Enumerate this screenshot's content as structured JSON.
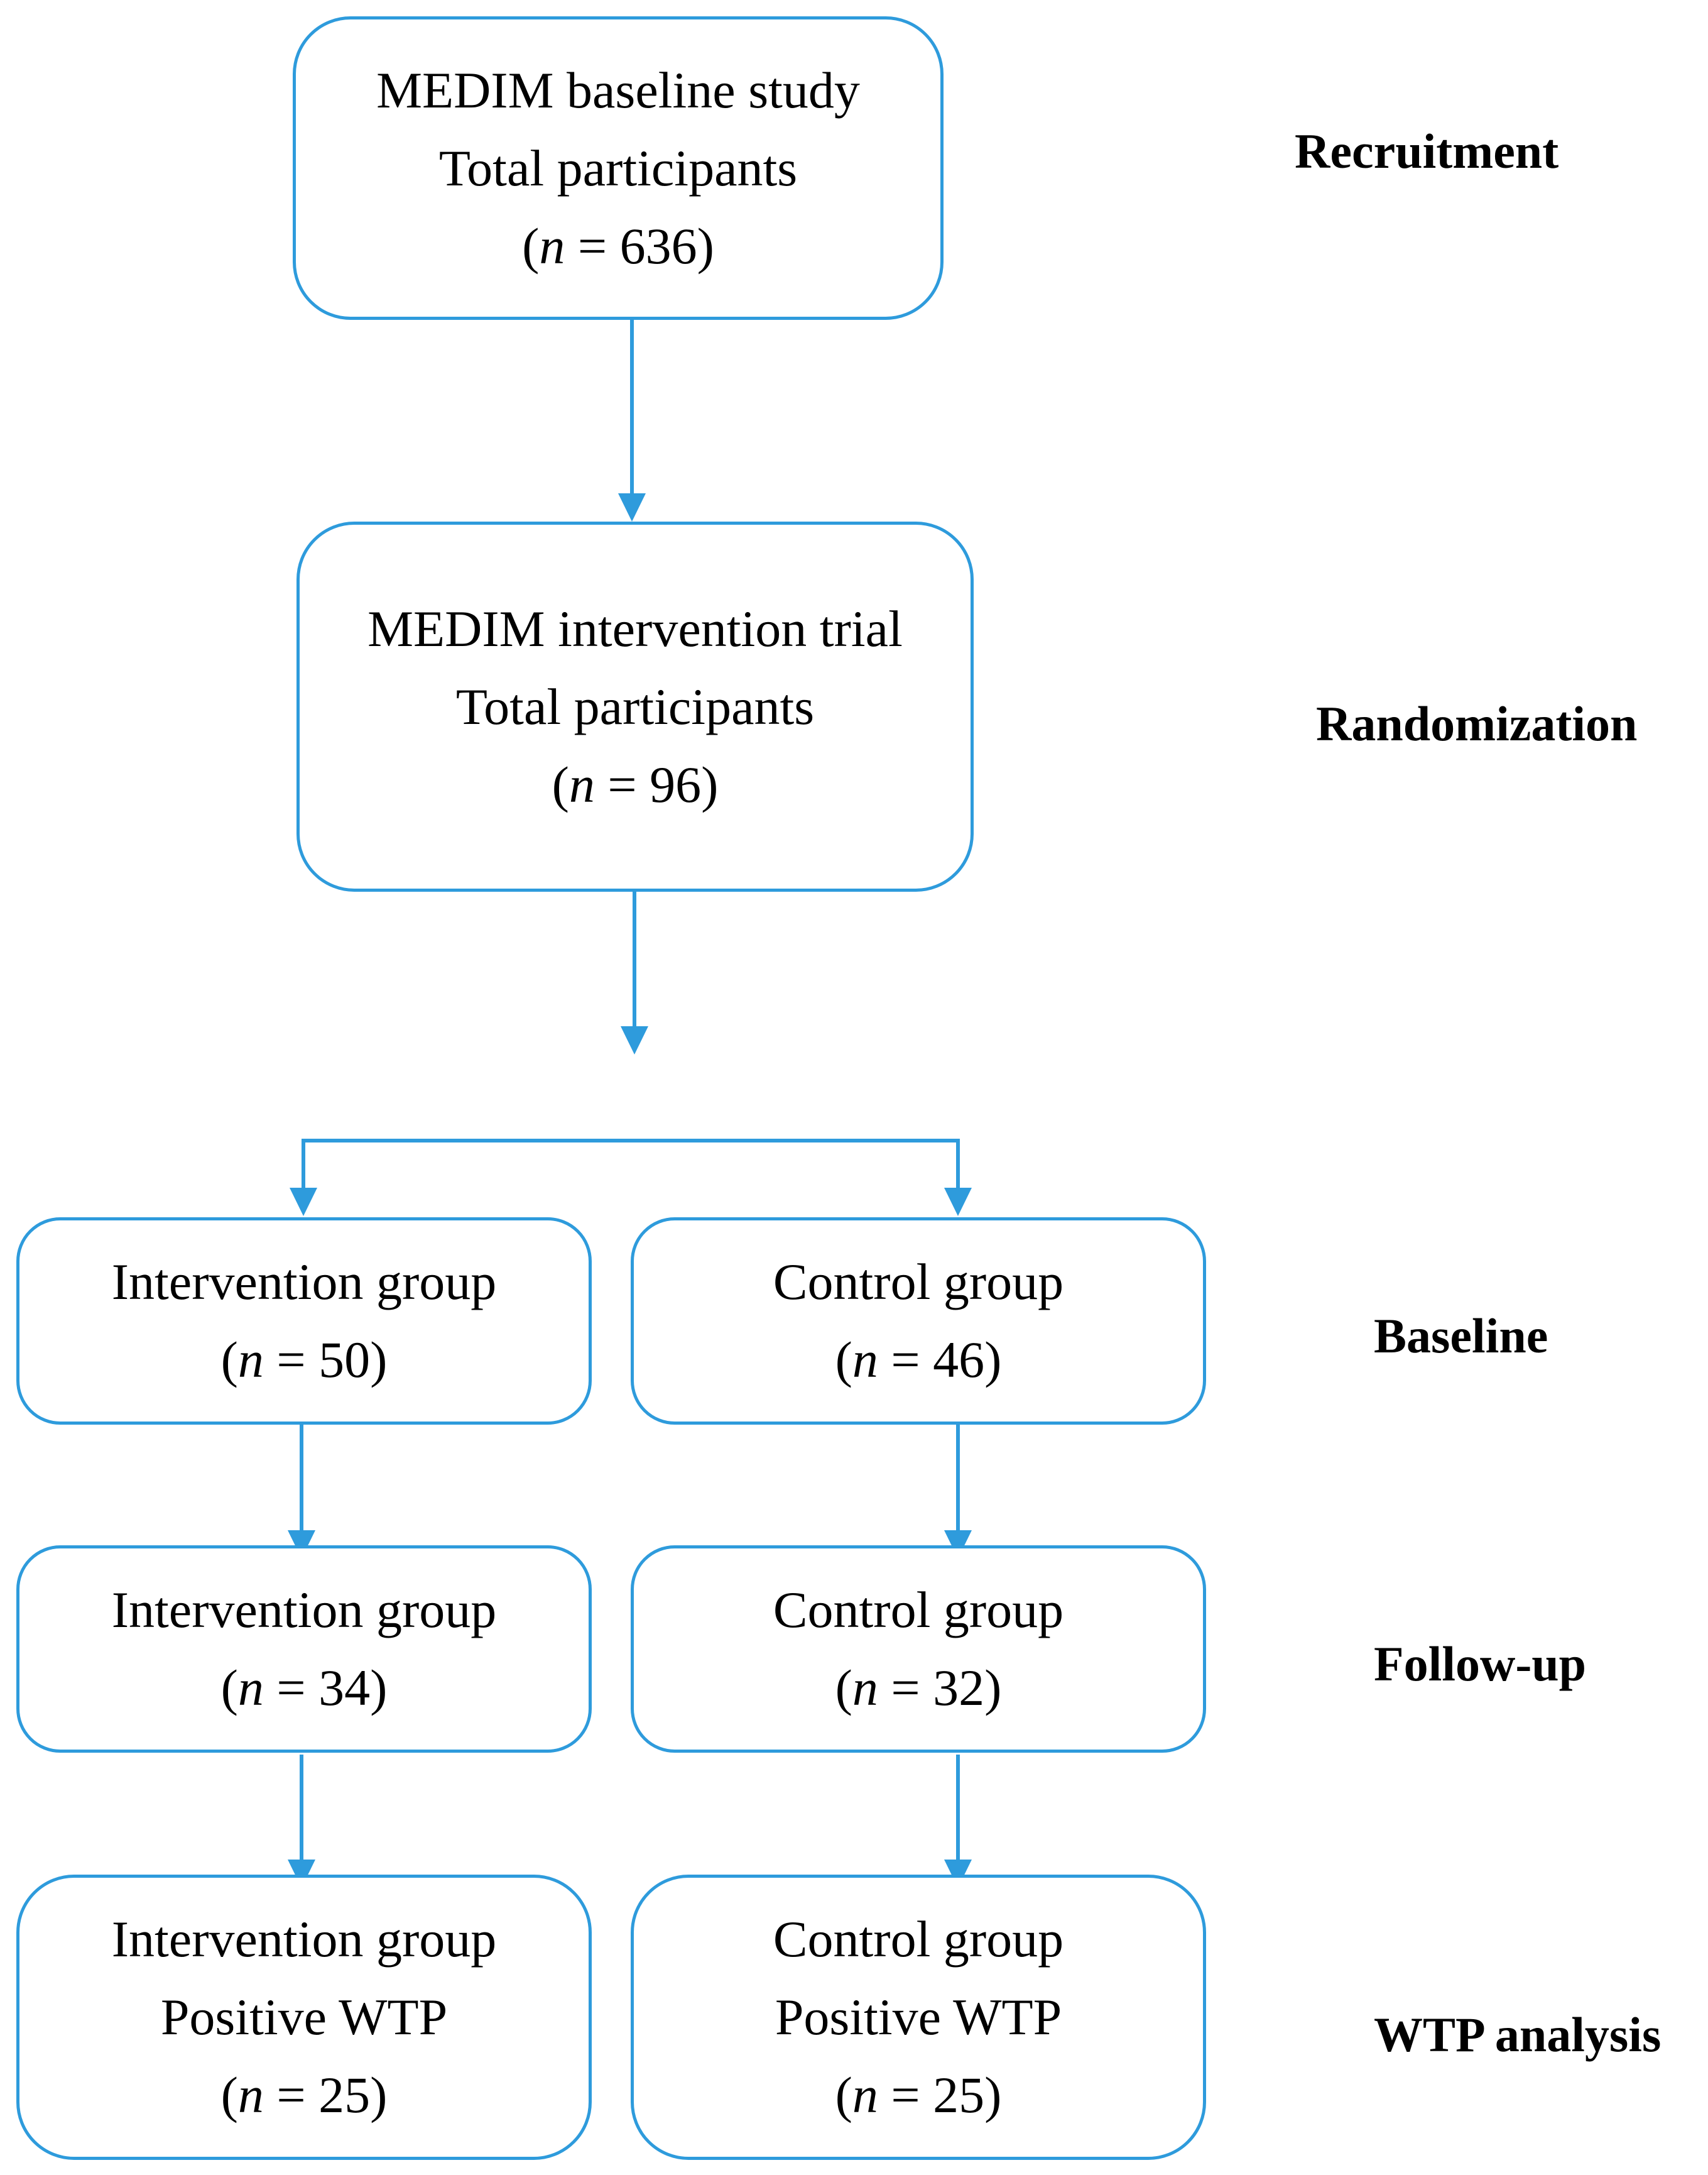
{
  "boxes": {
    "baseline_study": {
      "line1": "MEDIM baseline study",
      "line2": "Total participants",
      "n_open": "(",
      "n_var": "n",
      "n_rest": " = 636)"
    },
    "intervention_trial": {
      "line1": "MEDIM intervention trial",
      "line2": "Total participants",
      "n_open": "(",
      "n_var": "n",
      "n_rest": " = 96)"
    },
    "baseline_intervention": {
      "line1": "Intervention group",
      "n_open": "(",
      "n_var": "n",
      "n_rest": " = 50)"
    },
    "baseline_control": {
      "line1": "Control group",
      "n_open": "(",
      "n_var": "n",
      "n_rest": " = 46)"
    },
    "followup_intervention": {
      "line1": "Intervention group",
      "n_open": "(",
      "n_var": "n",
      "n_rest": " = 34)"
    },
    "followup_control": {
      "line1": "Control group",
      "n_open": "(",
      "n_var": "n",
      "n_rest": " = 32)"
    },
    "wtp_intervention": {
      "line1": "Intervention group",
      "line2": "Positive WTP",
      "n_open": "(",
      "n_var": "n",
      "n_rest": " = 25)"
    },
    "wtp_control": {
      "line1": "Control group",
      "line2": "Positive WTP",
      "n_open": "(",
      "n_var": "n",
      "n_rest": " = 25)"
    }
  },
  "stage_labels": {
    "recruitment": "Recruitment",
    "randomization": "Randomization",
    "baseline": "Baseline",
    "follow_up": "Follow-up",
    "wtp_analysis": "WTP analysis"
  },
  "colors": {
    "accent": "#2e9bdc",
    "text": "#000000",
    "background": "#ffffff"
  }
}
